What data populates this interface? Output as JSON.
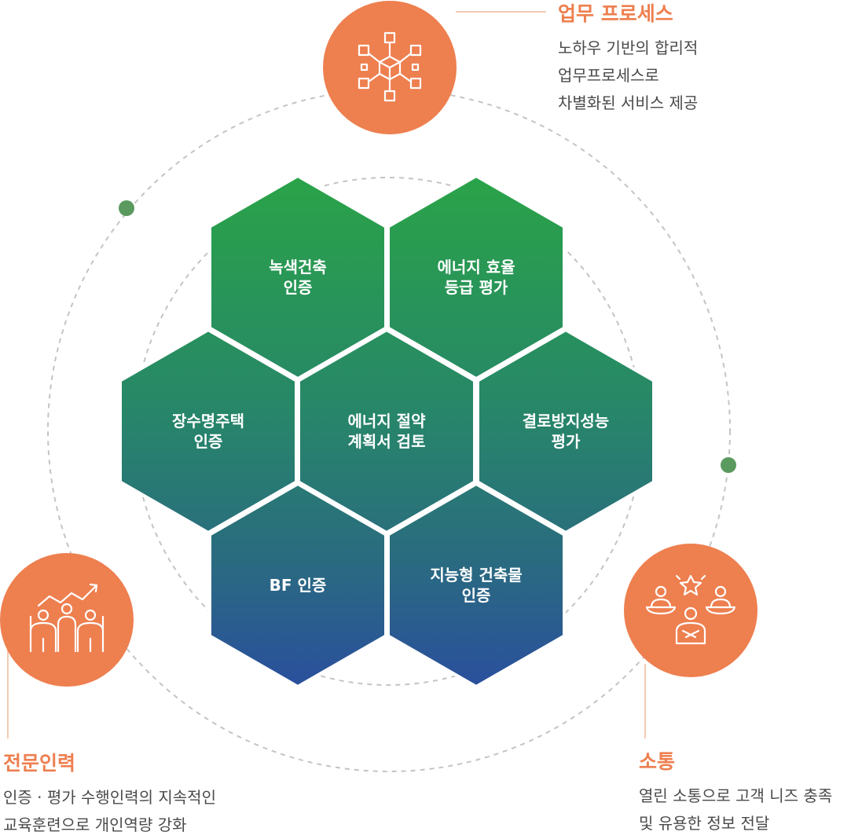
{
  "hexagons": [
    {
      "id": "green-building",
      "lines": [
        "녹색건축",
        "인증"
      ]
    },
    {
      "id": "energy-efficiency",
      "lines": [
        "에너지 효율",
        "등급 평가"
      ]
    },
    {
      "id": "long-life-housing",
      "lines": [
        "장수명주택",
        "인증"
      ]
    },
    {
      "id": "energy-saving-plan",
      "lines": [
        "에너지 절약",
        "계획서 검토"
      ]
    },
    {
      "id": "condensation-prevention",
      "lines": [
        "결로방지성능",
        "평가"
      ]
    },
    {
      "id": "bf-certification",
      "lines": [
        "BF 인증"
      ]
    },
    {
      "id": "intelligent-building",
      "lines": [
        "지능형 건축물",
        "인증"
      ]
    }
  ],
  "nodes": {
    "process": {
      "title": "업무 프로세스",
      "lines": [
        "노하우 기반의 합리적",
        "업무프로세스로",
        "차별화된 서비스 제공"
      ],
      "icon": "network-cube-icon"
    },
    "experts": {
      "title": "전문인력",
      "lines": [
        "인증 · 평가 수행인력의 지속적인",
        "교육훈련으로 개인역량 강화"
      ],
      "icon": "team-growth-icon"
    },
    "communication": {
      "title": "소통",
      "lines": [
        "열린 소통으로 고객 니즈 충족",
        "및 유용한 정보 전달"
      ],
      "icon": "customer-service-icon"
    }
  },
  "colors": {
    "accent_orange": "#ee7f4f",
    "hex_top": "#2aa348",
    "hex_bottom": "#2a4f9d",
    "dot_green": "#5b9a5e",
    "dashed_line": "#c4c4c4"
  }
}
